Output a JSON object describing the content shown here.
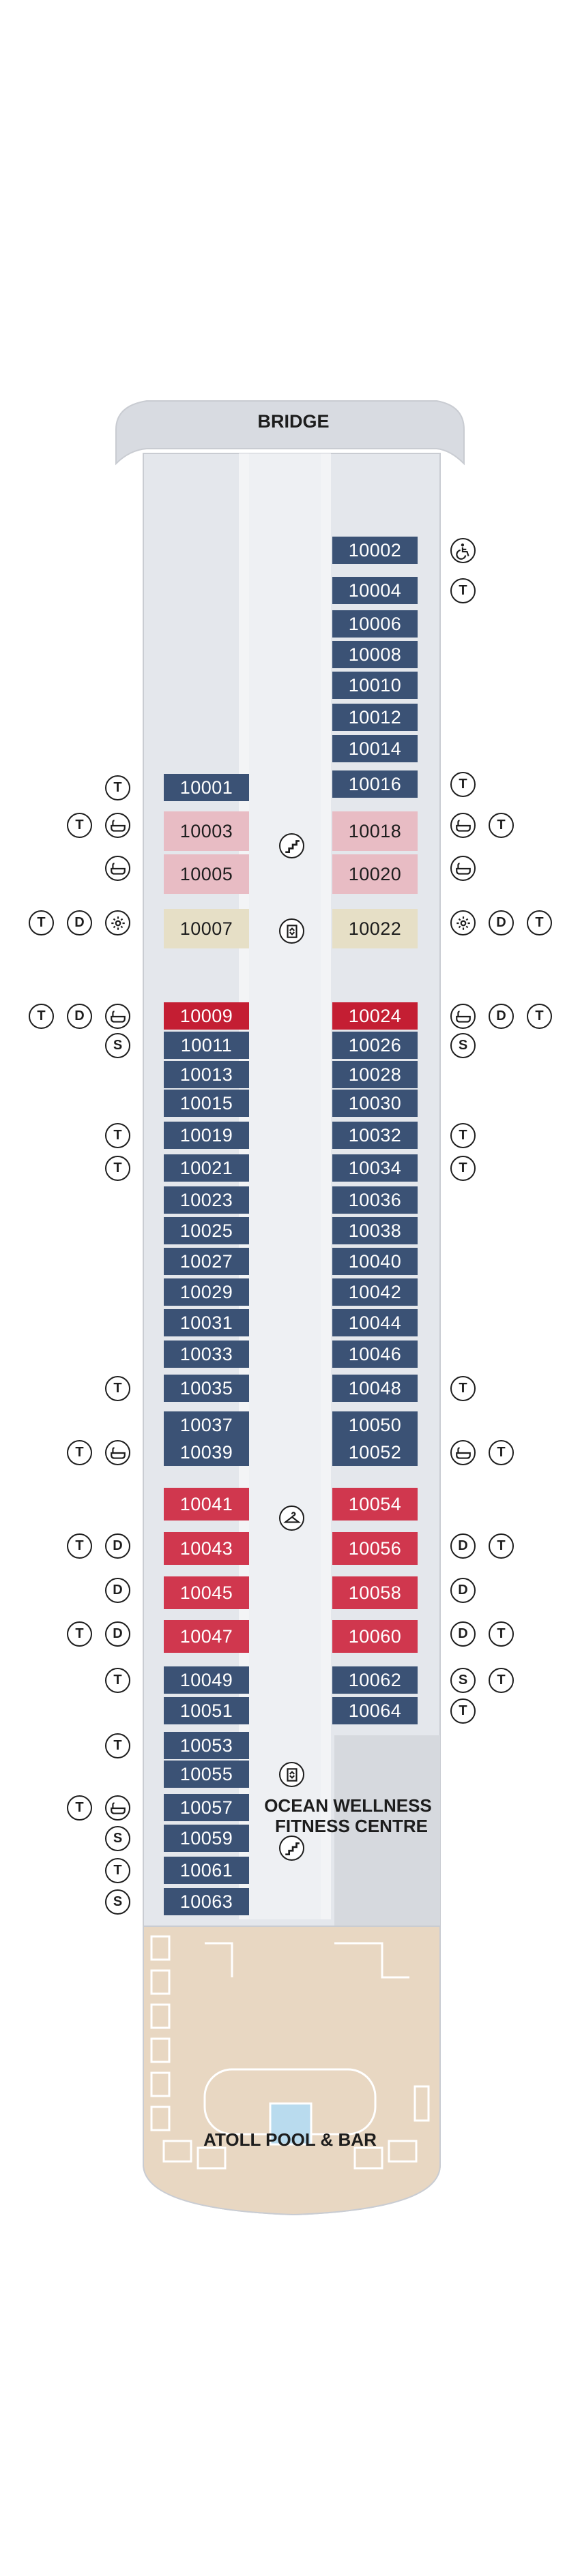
{
  "labels": {
    "bridge": "BRIDGE",
    "wellness_line1": "OCEAN WELLNESS",
    "wellness_line2": "FITNESS CENTRE",
    "pool": "ATOLL POOL & BAR"
  },
  "colors": {
    "hull": "#e4e7ec",
    "corridor": "#eef0f3",
    "navy_cabin": "#3b5275",
    "pink_cabin": "#e8bcc4",
    "beige_cabin": "#e6dfc6",
    "red_cabin": "#d0374e",
    "dark_red_cabin": "#c41e33",
    "pool_deck": "#e8d7c2",
    "pool_water": "#b9dbee"
  },
  "legend_icons": {
    "T": "T",
    "D": "D",
    "S": "S",
    "accessible": "wheelchair-icon",
    "bath": "bathtub-icon",
    "shower": "shower-icon",
    "stairs": "stairs-icon",
    "elevator": "elevator-icon",
    "hanger": "hanger-icon"
  },
  "cabins_left": [
    {
      "num": "10001",
      "style": "navy"
    },
    {
      "num": "10003",
      "style": "pink"
    },
    {
      "num": "10005",
      "style": "pink"
    },
    {
      "num": "10007",
      "style": "beige"
    },
    {
      "num": "10009",
      "style": "dred"
    },
    {
      "num": "10011",
      "style": "navy"
    },
    {
      "num": "10013",
      "style": "navy"
    },
    {
      "num": "10015",
      "style": "navy"
    },
    {
      "num": "10019",
      "style": "navy"
    },
    {
      "num": "10021",
      "style": "navy"
    },
    {
      "num": "10023",
      "style": "navy"
    },
    {
      "num": "10025",
      "style": "navy"
    },
    {
      "num": "10027",
      "style": "navy"
    },
    {
      "num": "10029",
      "style": "navy"
    },
    {
      "num": "10031",
      "style": "navy"
    },
    {
      "num": "10033",
      "style": "navy"
    },
    {
      "num": "10035",
      "style": "navy"
    },
    {
      "num": "10037",
      "style": "navy"
    },
    {
      "num": "10039",
      "style": "navy"
    },
    {
      "num": "10041",
      "style": "red"
    },
    {
      "num": "10043",
      "style": "red"
    },
    {
      "num": "10045",
      "style": "red"
    },
    {
      "num": "10047",
      "style": "red"
    },
    {
      "num": "10049",
      "style": "navy"
    },
    {
      "num": "10051",
      "style": "navy"
    },
    {
      "num": "10053",
      "style": "navy"
    },
    {
      "num": "10055",
      "style": "navy"
    },
    {
      "num": "10057",
      "style": "navy"
    },
    {
      "num": "10059",
      "style": "navy"
    },
    {
      "num": "10061",
      "style": "navy"
    },
    {
      "num": "10063",
      "style": "navy"
    }
  ],
  "cabins_right": [
    {
      "num": "10002",
      "style": "navy"
    },
    {
      "num": "10004",
      "style": "navy"
    },
    {
      "num": "10006",
      "style": "navy"
    },
    {
      "num": "10008",
      "style": "navy"
    },
    {
      "num": "10010",
      "style": "navy"
    },
    {
      "num": "10012",
      "style": "navy"
    },
    {
      "num": "10014",
      "style": "navy"
    },
    {
      "num": "10016",
      "style": "navy"
    },
    {
      "num": "10018",
      "style": "pink"
    },
    {
      "num": "10020",
      "style": "pink"
    },
    {
      "num": "10022",
      "style": "beige"
    },
    {
      "num": "10024",
      "style": "dred"
    },
    {
      "num": "10026",
      "style": "navy"
    },
    {
      "num": "10028",
      "style": "navy"
    },
    {
      "num": "10030",
      "style": "navy"
    },
    {
      "num": "10032",
      "style": "navy"
    },
    {
      "num": "10034",
      "style": "navy"
    },
    {
      "num": "10036",
      "style": "navy"
    },
    {
      "num": "10038",
      "style": "navy"
    },
    {
      "num": "10040",
      "style": "navy"
    },
    {
      "num": "10042",
      "style": "navy"
    },
    {
      "num": "10044",
      "style": "navy"
    },
    {
      "num": "10046",
      "style": "navy"
    },
    {
      "num": "10048",
      "style": "navy"
    },
    {
      "num": "10050",
      "style": "navy"
    },
    {
      "num": "10052",
      "style": "navy"
    },
    {
      "num": "10054",
      "style": "red"
    },
    {
      "num": "10056",
      "style": "red"
    },
    {
      "num": "10058",
      "style": "red"
    },
    {
      "num": "10060",
      "style": "red"
    },
    {
      "num": "10062",
      "style": "navy"
    },
    {
      "num": "10064",
      "style": "navy"
    }
  ],
  "symbols_left": [
    {
      "cabin": "10001",
      "icons": [
        "T"
      ]
    },
    {
      "cabin": "10003",
      "icons": [
        "T",
        "bath"
      ]
    },
    {
      "cabin": "10005",
      "icons": [
        "bath"
      ]
    },
    {
      "cabin": "10007",
      "icons": [
        "T",
        "D",
        "shower"
      ]
    },
    {
      "cabin": "10009",
      "icons": [
        "T",
        "D",
        "bath"
      ]
    },
    {
      "cabin": "10011",
      "icons": [
        "S"
      ]
    },
    {
      "cabin": "10019",
      "icons": [
        "T"
      ]
    },
    {
      "cabin": "10021",
      "icons": [
        "T"
      ]
    },
    {
      "cabin": "10035",
      "icons": [
        "T"
      ]
    },
    {
      "cabin": "10039",
      "icons": [
        "T",
        "bath"
      ]
    },
    {
      "cabin": "10043",
      "icons": [
        "T",
        "D"
      ]
    },
    {
      "cabin": "10045",
      "icons": [
        "D"
      ]
    },
    {
      "cabin": "10047",
      "icons": [
        "T",
        "D"
      ]
    },
    {
      "cabin": "10049",
      "icons": [
        "T"
      ]
    },
    {
      "cabin": "10053",
      "icons": [
        "T"
      ]
    },
    {
      "cabin": "10057",
      "icons": [
        "T",
        "bath"
      ]
    },
    {
      "cabin": "10059",
      "icons": [
        "S"
      ]
    },
    {
      "cabin": "10061",
      "icons": [
        "T"
      ]
    },
    {
      "cabin": "10063",
      "icons": [
        "S"
      ]
    }
  ],
  "symbols_right": [
    {
      "cabin": "10002",
      "icons": [
        "accessible"
      ]
    },
    {
      "cabin": "10004",
      "icons": [
        "T"
      ]
    },
    {
      "cabin": "10016",
      "icons": [
        "T"
      ]
    },
    {
      "cabin": "10018",
      "icons": [
        "bath",
        "T"
      ]
    },
    {
      "cabin": "10020",
      "icons": [
        "bath"
      ]
    },
    {
      "cabin": "10022",
      "icons": [
        "shower",
        "D",
        "T"
      ]
    },
    {
      "cabin": "10024",
      "icons": [
        "bath",
        "D",
        "T"
      ]
    },
    {
      "cabin": "10026",
      "icons": [
        "S"
      ]
    },
    {
      "cabin": "10032",
      "icons": [
        "T"
      ]
    },
    {
      "cabin": "10034",
      "icons": [
        "T"
      ]
    },
    {
      "cabin": "10048",
      "icons": [
        "T"
      ]
    },
    {
      "cabin": "10052",
      "icons": [
        "bath",
        "T"
      ]
    },
    {
      "cabin": "10056",
      "icons": [
        "D",
        "T"
      ]
    },
    {
      "cabin": "10058",
      "icons": [
        "D"
      ]
    },
    {
      "cabin": "10060",
      "icons": [
        "D",
        "T"
      ]
    },
    {
      "cabin": "10062",
      "icons": [
        "S",
        "T"
      ]
    },
    {
      "cabin": "10064",
      "icons": [
        "T"
      ]
    }
  ]
}
